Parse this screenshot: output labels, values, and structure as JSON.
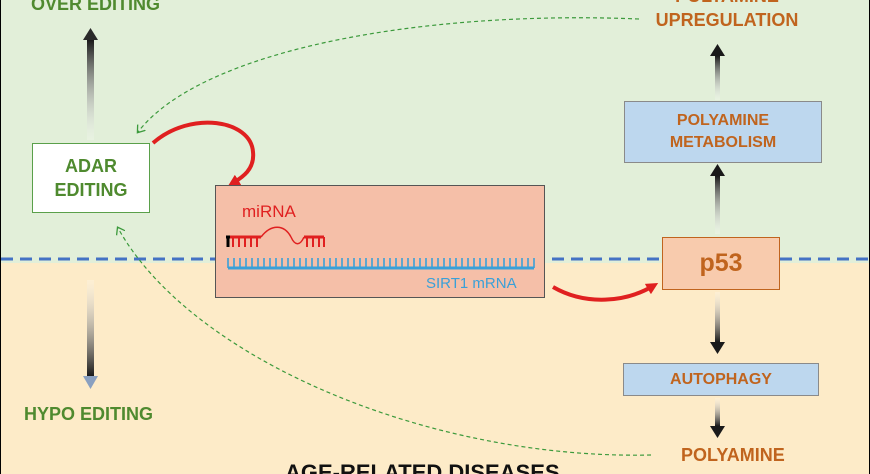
{
  "labels": {
    "over_editing": "OVER EDITING",
    "hypo_editing": "HYPO EDITING",
    "adar_editing": "ADAR\nEDITING",
    "polyamine_upregulation": "POLYAMINE\nUPREGULATION",
    "polyamine_metabolism": "POLYAMINE\nMETABOLISM",
    "p53": "p53",
    "autophagy": "AUTOPHAGY",
    "polyamine_bottom": "POLYAMINE",
    "mirna": "miRNA",
    "sirt1_mrna": "SIRT1 mRNA",
    "age_related_diseases": "AGE-RELATED DISEASES"
  },
  "colors": {
    "top_region": "#e2efd9",
    "bottom_region": "#fdebc8",
    "green_text": "#4f8a2f",
    "orange_text": "#c0641e",
    "mirna_red": "#e02020",
    "mrna_blue": "#3aa0d8",
    "divider_blue": "#4472c4",
    "box_blue": "#bdd7ee",
    "box_salmon": "#f8cbad"
  }
}
